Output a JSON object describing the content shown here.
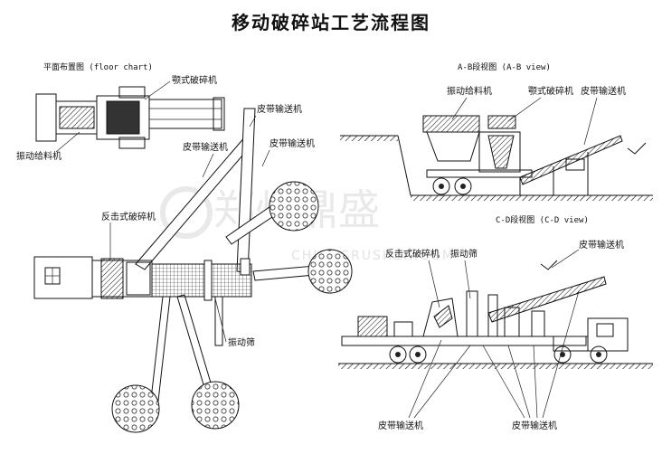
{
  "title": "移动破碎站工艺流程图",
  "floor_plan": {
    "heading": "平面布置图 (floor chart)",
    "labels": {
      "jaw_crusher": "颚式破碎机",
      "vibrating_feeder": "振动给料机",
      "belt_conveyor_top": "皮带输送机",
      "belt_conveyor_mid": "皮带输送机",
      "belt_conveyor_right": "皮带输送机",
      "impact_crusher": "反击式破碎机",
      "vibrating_screen": "振动筛"
    }
  },
  "ab_view": {
    "heading": "A-B段视图 (A-B view)",
    "labels": {
      "vibrating_feeder": "振动给料机",
      "jaw_crusher": "颚式破碎机",
      "belt_conveyor": "皮带输送机"
    }
  },
  "cd_view": {
    "heading": "C-D段视图 (C-D view)",
    "labels": {
      "impact_crusher": "反击式破碎机",
      "vibrating_screen": "振动筛",
      "belt_conveyor_top": "皮带输送机",
      "belt_conveyor_bottom_left": "皮带输送机",
      "belt_conveyor_bottom_right": "皮带输送机"
    }
  },
  "watermark": {
    "main": "郑州鼎盛",
    "sub": "CHINACRUSHER.COM"
  }
}
